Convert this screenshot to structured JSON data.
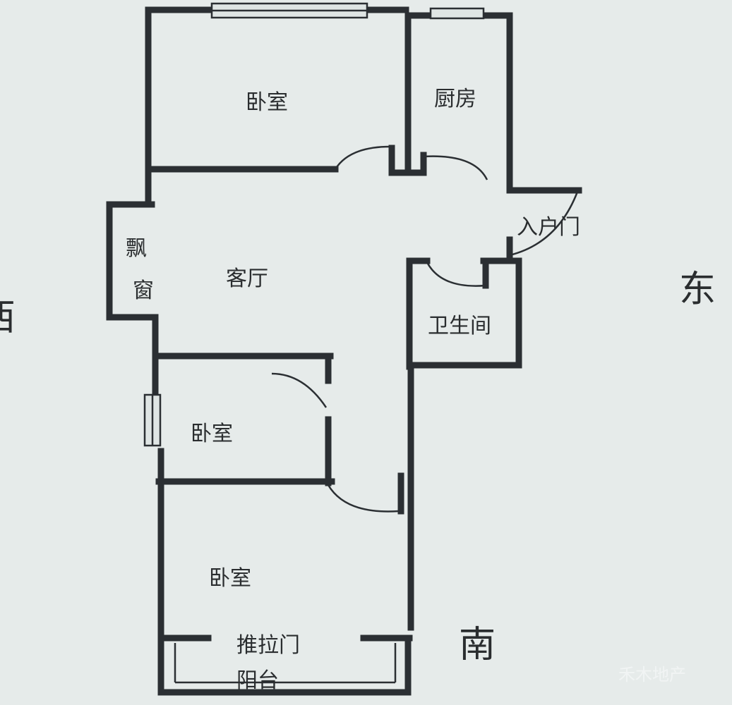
{
  "rooms": {
    "bedroom_north": "卧室",
    "kitchen": "厨房",
    "living_room": "客厅",
    "bay_window_1": "飘",
    "bay_window_2": "窗",
    "entrance_door": "入户门",
    "bathroom": "卫生间",
    "bedroom_middle": "卧室",
    "bedroom_south": "卧室",
    "sliding_door": "推拉门",
    "balcony": "阳台"
  },
  "compass": {
    "east": "东",
    "south": "南",
    "west_partial": "西"
  },
  "watermark": "禾木地产",
  "colors": {
    "background": "#e6ebea",
    "wall": "#2b2f33",
    "text": "#2a2d2f"
  }
}
